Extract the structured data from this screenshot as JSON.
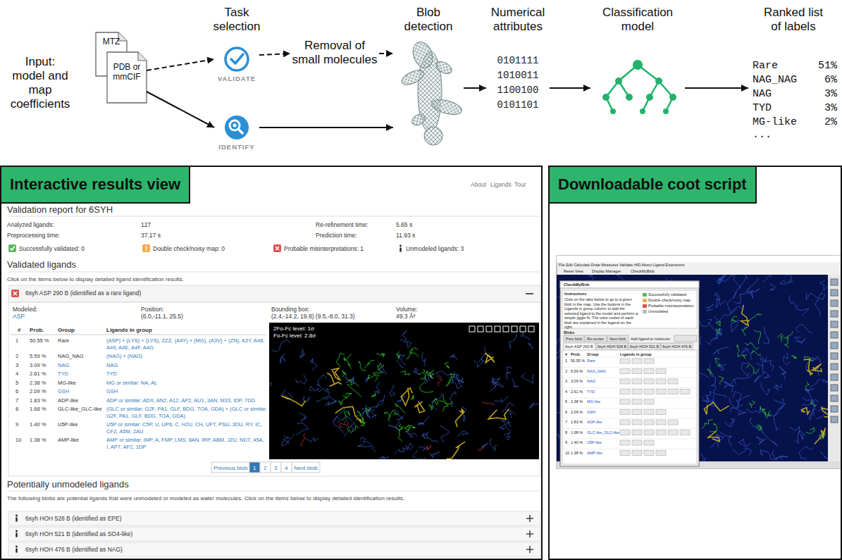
{
  "diagram": {
    "nodes": [
      {
        "text": [
          "MTZ"
        ]
      },
      {
        "text": [
          "PDB or mmCIF"
        ]
      },
      {
        "text": [
          "VALIDATE"
        ]
      },
      {
        "text": [
          "IDENTIFY"
        ]
      },
      {
        "text": [
          "Removal of small molecules"
        ]
      },
      {
        "text": [
          "Blob detection"
        ]
      },
      {
        "text": [
          "Numerical attributes",
          "0101111 1010011 1100100 0101101"
        ]
      },
      {
        "text": [
          "Classification model"
        ]
      },
      {
        "text": [
          "Ranked list of labels"
        ]
      },
      {
        "text": [
          "Interactive results view"
        ]
      },
      {
        "text": [
          "Downloadable coot script"
        ]
      }
    ],
    "edges": [
      {
        "from": 1,
        "to": 2,
        "arrow": "to"
      },
      {
        "from": 1,
        "to": 3,
        "arrow": "to"
      },
      {
        "from": 2,
        "to": 4,
        "arrow": "to"
      },
      {
        "from": 4,
        "to": 5,
        "arrow": "to"
      },
      {
        "from": 3,
        "to": 5,
        "arrow": "to"
      },
      {
        "from": 5,
        "to": 6,
        "arrow": "to"
      },
      {
        "from": 6,
        "to": 7,
        "arrow": "to"
      },
      {
        "from": 7,
        "to": 8,
        "arrow": "to"
      }
    ],
    "labels": [
      "Input: model and map coefficients",
      "Task selection",
      "Rare",
      "51%",
      "NAG_NAG",
      "6%",
      "NAG",
      "3%",
      "TYD",
      "3%",
      "MG-like",
      "2%",
      "...",
      "About",
      "Ligands",
      "Tour",
      "Validation report for 6SYH",
      "Analyzed ligands:",
      "127",
      "Re-refinement time:",
      "5.65 s",
      "Preprocessing time:",
      "37.17 s",
      "Prediction time:",
      "11.93 s",
      "Successfully validated: 0",
      "Double check/noisy map: 0",
      "Probable misinterpretations: 1",
      "Unmodeled ligands: 3",
      "Validated ligands",
      "Click on the items below to display detailed ligand identification results.",
      "6syh ASP 290 B (identified as a rare ligand)",
      "Modeled:",
      "ASP",
      "Position:",
      "(6.0,-11.1, 25.5)",
      "Bounding box:",
      "(2.4,-14.2, 19.8) (9.5,-8.0, 31.3)",
      "Volume:",
      "49.3 Å³",
      "#",
      "Prob.",
      "Group",
      "Ligands in group",
      "1",
      "50.55 %",
      "Rare",
      "(ASP) + (LYS) + (LYS), ZZZ, (A4Y) + (MG), (A3V) + (ZN), A3Y, A48, A49, A4E, A4F, A4G",
      "2",
      "5.59 %",
      "NAG_NAG",
      "(NAG) + (NAG)",
      "3",
      "3.09 %",
      "NAG",
      "NAG",
      "4",
      "2.61 %",
      "TYD",
      "TYD",
      "5",
      "2.38 %",
      "MG-like",
      "MG or similar: NA, AL",
      "6",
      "2.09 %",
      "GSH",
      "GSH",
      "7",
      "1.83 %",
      "ADP-like",
      "ADP or similar: ADX, AN2, A12, AP2, AU1, 3AN, M33, IDP, 7DD",
      "8",
      "1.68 %",
      "GLC-like_GLC-like",
      "(GLC or similar: G2F, PA1, GLF, BDG, TOA, GDA) + (GLC or similar: G2F, PA1, GLF, BDG, TOA, GDA)",
      "9",
      "1.40 %",
      "U5P-like",
      "U5P or similar: C5P, U, UP6, C, H2U, CH, UFT, PSU, 3DU, RY, IC, CFZ, A5M, 2AU",
      "10",
      "1.38 %",
      "AMP-like",
      "AMP or similar: IMP, A, FMP, LMS, 8AN, IRP, ABM, JZU, ND7, 45A, I, AP7, AF2, 1DP",
      "2Fo-Fc level: 1σ",
      "Fo-Fc level: 2.8σ",
      "Previous blob",
      "1",
      "2",
      "3",
      "4",
      "Next blob",
      "Potentially unmodeled ligands",
      "The following blobs are potential ligands that were unmodeled or modeled as water molecules. Click on the items below to display detailed identification results.",
      "6syh HOH 528 B (identified as EPE)",
      "6syh HOH 521 B (identified as SO4-like)",
      "6syh HOH 476 B (identified as NAG)",
      "File Edit Calculate Draw Measures Validate HID About Ligand Extensions",
      "Reset View",
      "Display Manager",
      "CheckMyBlob",
      "CheckMyBlob",
      "Instructions",
      "Click on the tabs below to go to a given blob in the map. Use the buttons in the Ligands in group column to add the selected ligand to the model and perform a simple jiggle fit. The color-codes of each blob are explained in the legend on the right.",
      "Blobs",
      "Prev blob",
      "Re-center",
      "Next blob",
      "Add ligand to molecule:",
      "6syh ASP 290 B",
      "6syh HOH 528 B",
      "6syh HOH 521 B",
      "6syh HOH 476 B",
      "#",
      "Prob.",
      "Group",
      "Ligands in group",
      "1",
      "50.55 %",
      "Rare",
      "2",
      "5.59 %",
      "NAG_NAG",
      "3",
      "3.09 %",
      "NAG",
      "4",
      "2.61 %",
      "TYD",
      "5",
      "2.38 %",
      "MG-like",
      "6",
      "2.09 %",
      "GSH",
      "7",
      "1.83 %",
      "ADP-like",
      "8",
      "1.68 %",
      "GLC-like_GLC-like",
      "9",
      "1.40 %",
      "U5P-like",
      "10",
      "1.38 %",
      "AMP-like"
    ],
    "legend": [
      {
        "text": "Successfully validated",
        "color": "#5cb85c"
      },
      {
        "text": "Double check/noisy map",
        "color": "#f0ad4e"
      },
      {
        "text": "Probable misinterpretation",
        "color": "#d9534f"
      },
      {
        "text": "Unmodeled",
        "color": "#bbbbbb"
      }
    ]
  }
}
